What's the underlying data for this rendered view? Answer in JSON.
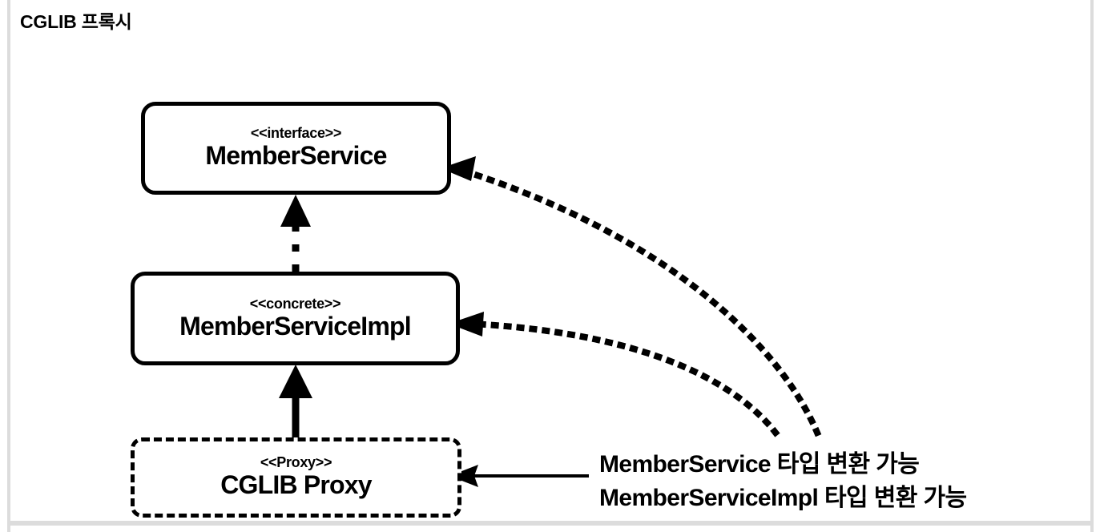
{
  "page": {
    "title": "CGLIB 프록시",
    "background": "#ffffff",
    "ink": "#000000",
    "frame_color": "#dcdcdc"
  },
  "diagram": {
    "type": "uml-class-diagram",
    "nodes": [
      {
        "id": "interface",
        "stereotype": "<<interface>>",
        "name": "MemberService",
        "border": "solid"
      },
      {
        "id": "concrete",
        "stereotype": "<<concrete>>",
        "name": "MemberServiceImpl",
        "border": "solid"
      },
      {
        "id": "proxy",
        "stereotype": "<<Proxy>>",
        "name": "CGLIB Proxy",
        "border": "dashed"
      }
    ],
    "edges": [
      {
        "id": "realization",
        "from": "concrete",
        "to": "interface",
        "style": "dotted",
        "arrow": "filled-triangle"
      },
      {
        "id": "inheritance",
        "from": "proxy",
        "to": "concrete",
        "style": "solid",
        "arrow": "filled-triangle"
      },
      {
        "id": "cast-to-memberservice",
        "from": "label-memberservice-cast",
        "to": "interface",
        "style": "dotted-curve",
        "arrow": "filled-arrowhead"
      },
      {
        "id": "cast-to-memberserviceimpl",
        "from": "label-memberserviceimpl-cast",
        "to": "concrete",
        "style": "dotted-curve",
        "arrow": "filled-arrowhead"
      },
      {
        "id": "points-to-proxy",
        "from": "labels",
        "to": "proxy",
        "style": "solid-thin",
        "arrow": "filled-arrowhead"
      }
    ],
    "annotations": [
      {
        "id": "cast-memberservice",
        "text": "MemberService 타입 변환 가능"
      },
      {
        "id": "cast-memberserviceimpl",
        "text": "MemberServiceImpl 타입 변환 가능"
      }
    ]
  }
}
